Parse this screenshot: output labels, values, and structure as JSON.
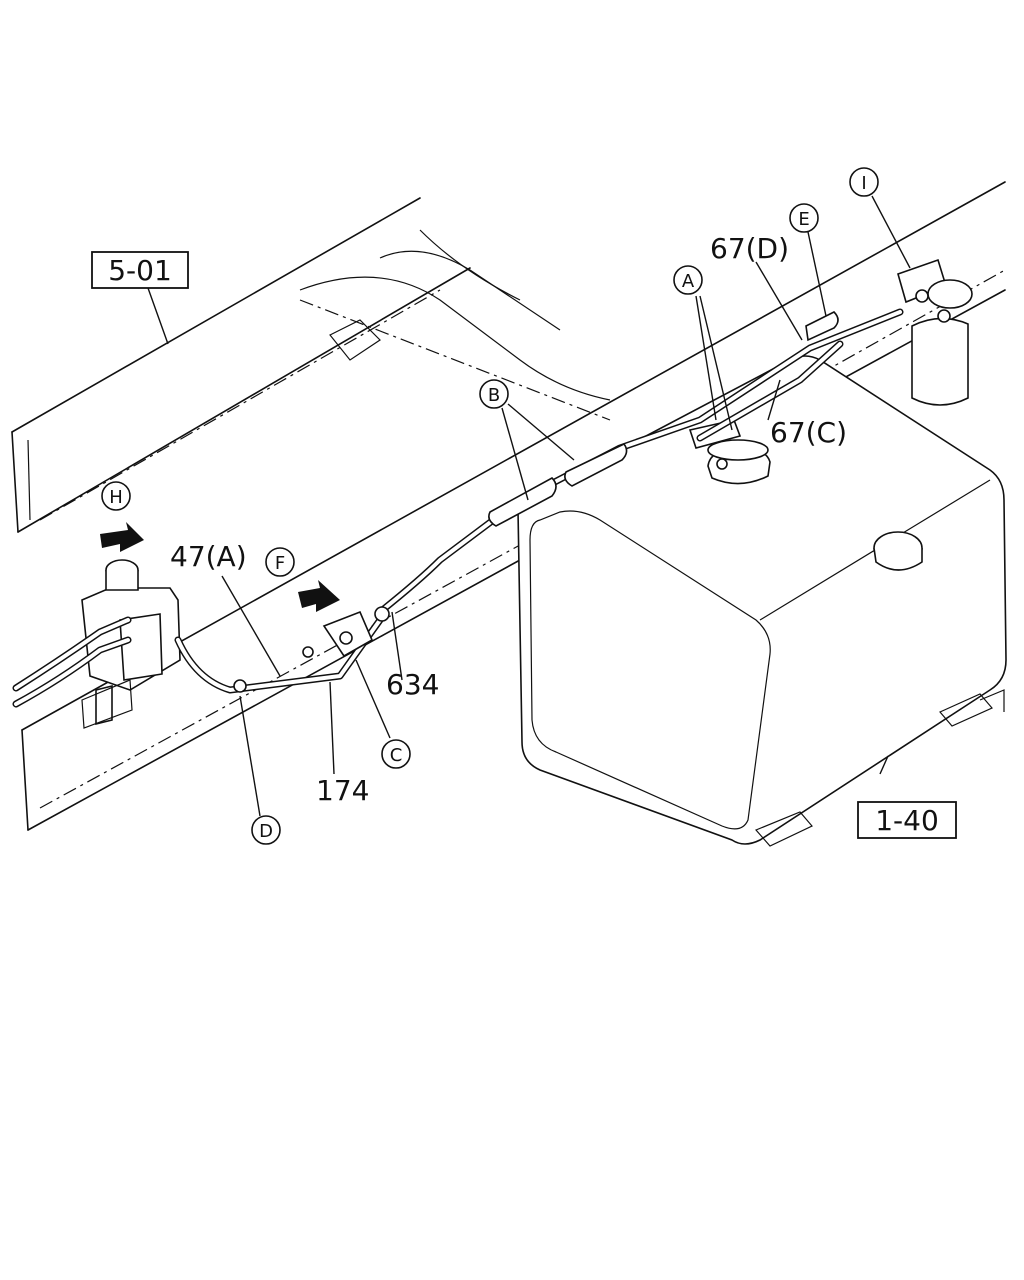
{
  "refs": {
    "ref_5_01": "5-01",
    "ref_1_40": "1-40"
  },
  "callouts": {
    "A": "A",
    "B": "B",
    "C": "C",
    "D": "D",
    "E": "E",
    "F": "F",
    "H": "H",
    "I": "I"
  },
  "parts": {
    "p67d": "67(D)",
    "p67c": "67(C)",
    "p47a": "47(A)",
    "p634": "634",
    "p174": "174"
  }
}
